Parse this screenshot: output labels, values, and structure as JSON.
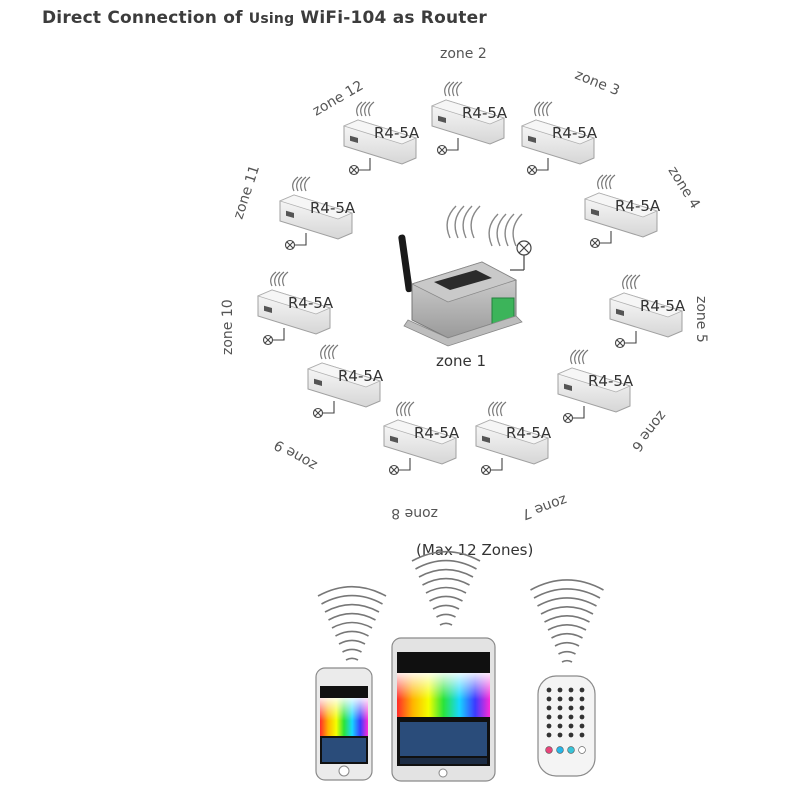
{
  "title": {
    "main": "Direct Connection of",
    "small": "Using",
    "rest": "WiFi-104 as Router"
  },
  "hub_label": "zone 1",
  "max_label": "(Max 12 Zones)",
  "receivers": [
    {
      "zone": "zone 2",
      "model": "R4-5A"
    },
    {
      "zone": "zone 3",
      "model": "R4-5A"
    },
    {
      "zone": "zone 4",
      "model": "R4-5A"
    },
    {
      "zone": "zone 5",
      "model": "R4-5A"
    },
    {
      "zone": "zone 6",
      "model": "R4-5A"
    },
    {
      "zone": "zone 7",
      "model": "R4-5A"
    },
    {
      "zone": "zone 8",
      "model": "R4-5A"
    },
    {
      "zone": "zone 9",
      "model": "R4-5A"
    },
    {
      "zone": "zone 10",
      "model": "R4-5A"
    },
    {
      "zone": "zone 11",
      "model": "R4-5A"
    },
    {
      "zone": "zone 12",
      "model": "R4-5A"
    }
  ],
  "devices": [
    {
      "kind": "smartphone"
    },
    {
      "kind": "tablet"
    },
    {
      "kind": "remote"
    }
  ],
  "colors": {
    "accent_green": "#3cb45a",
    "device_gray": "#e8e8e8",
    "wave_gray": "#777777"
  }
}
